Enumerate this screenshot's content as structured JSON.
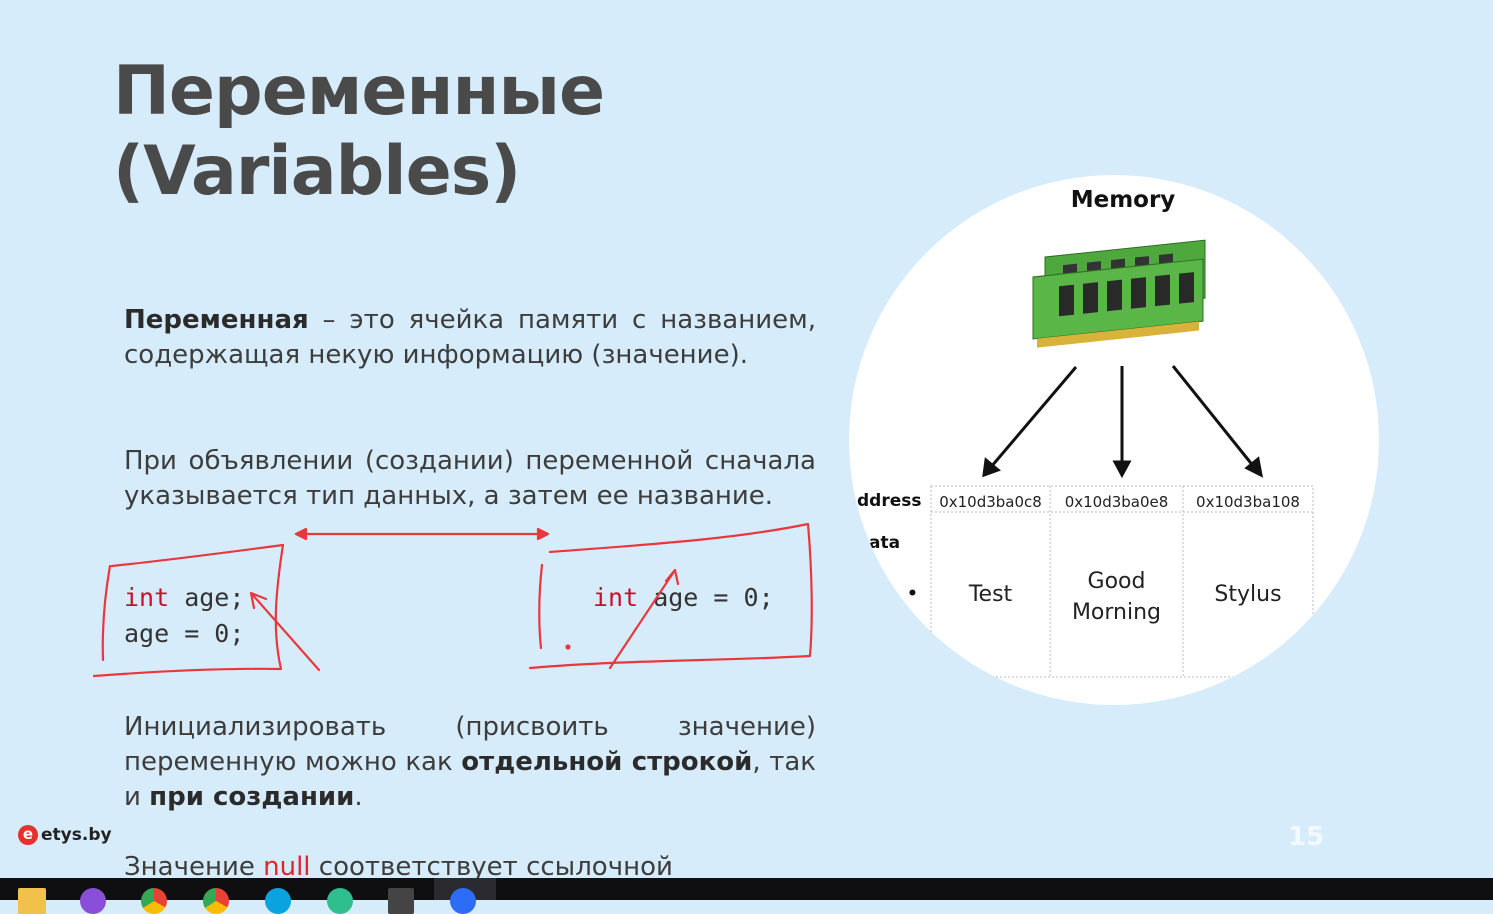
{
  "slide": {
    "title_line1": "Переменные",
    "title_line2": "(Variables)",
    "p1_bold": "Переменная",
    "p1_rest": " – это ячейка памяти с названием, содержащая некую информацию (значение).",
    "p2": "При объявлении (создании) переменной сначала указывается тип данных, а затем ее название.",
    "code1_kw": "int",
    "code1_line1_rest": " age;",
    "code1_line2": "age = 0;",
    "code2_kw": "int",
    "code2_rest": " age = 0;",
    "p3_start": "Инициализировать (присвоить значение) переменную можно как ",
    "p3_bold1": "отдельной строкой",
    "p3_mid": ", так и ",
    "p3_bold2": "при создании",
    "p3_end": ".",
    "p4_start": "Значение ",
    "p4_null": "null",
    "p4_end": " соответствует ссылочной",
    "logo_text": "etys.by",
    "logo_mark": "e",
    "page_number": "15"
  },
  "memory_diagram": {
    "title": "Memory",
    "row_labels": [
      "ddress",
      "ata",
      "•"
    ],
    "cells": [
      {
        "address": "0x10d3ba0c8",
        "data": "Test"
      },
      {
        "address": "0x10d3ba0e8",
        "data": "Good Morning"
      },
      {
        "address": "0x10d3ba108",
        "data": "Stylus"
      }
    ]
  },
  "colors": {
    "background": "#d7ecfb",
    "title": "#4a4a4a",
    "text": "#3d3d3d",
    "keyword": "#c8102e",
    "annotation": "#e8383d",
    "page_number": "#f4f9fe"
  },
  "taskbar": {
    "icons": [
      "file-explorer-icon",
      "app-icon",
      "chrome-icon",
      "chrome-icon-2",
      "skype-icon",
      "edge-icon",
      "terminal-icon",
      "zoom-icon"
    ]
  }
}
